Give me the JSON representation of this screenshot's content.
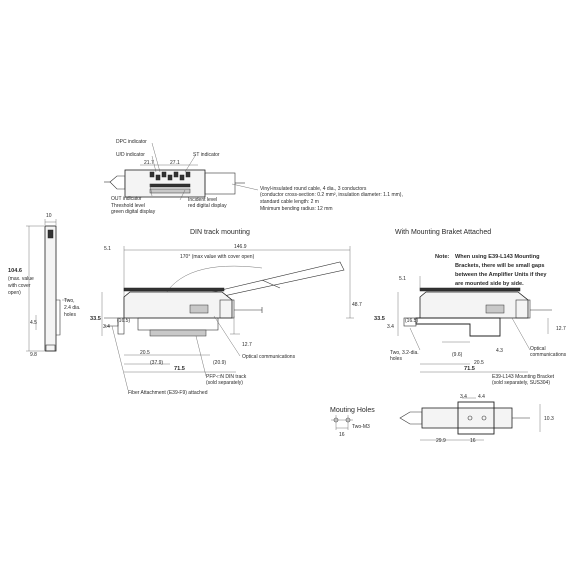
{
  "top_view": {
    "dpc_indicator": "DPC indicator",
    "ud_indicator": "U/D indicator",
    "st_indicator": "ST indicator",
    "dim_21_7": "21.7",
    "dim_27_1": "27.1",
    "out_indicator": "OUT indicator",
    "threshold_l1": "Threshold level",
    "threshold_l2": "green digital display",
    "incident_l1": "Incident level",
    "incident_l2": "red digital display",
    "cable_l1": "Vinyl-insulated round cable, 4 dia., 3 conductors",
    "cable_l2": "(conductor cross-section: 0.2 mm², insulation diameter: 1.1 mm),",
    "cable_l3": "standard cable length: 2 m",
    "cable_l4": "Minimum bending radius: 12 mm"
  },
  "side_view": {
    "width": "10",
    "height": "104.6",
    "height_note_1": "(max. value",
    "height_note_2": "with cover",
    "height_note_3": "open)",
    "holes_1": "Two,",
    "holes_2": "2.4 dia.",
    "holes_3": "holes",
    "dim_4_5": "4.5",
    "dim_9_8": "9.8"
  },
  "din_view": {
    "title": "DIN track mounting",
    "dim_146_9": "146.9",
    "dim_5_1": "5.1",
    "angle": "170° (max value with cover open)",
    "dim_33_5": "33.5",
    "dim_3_4": "3.4",
    "dim_16_5": "(16.5)",
    "dim_20_5": "20.5",
    "dim_37_9": "(37.9)",
    "dim_20_9": "(20.9)",
    "dim_71_5": "71.5",
    "dim_48_7": "48.7",
    "dim_12_7": "12.7",
    "optical_comm": "Optical communications",
    "pfp_1": "PFP-□N DIN track",
    "pfp_2": "(sold separately)",
    "fiber_att": "Fiber Attachment (E39-F9) attached"
  },
  "bracket_view": {
    "title": "With Mounting Braket Attached",
    "note_label": "Note:",
    "note_1": "When using E39-L143 Mounting",
    "note_2": "Brackets, there will be small gaps",
    "note_3": "between the Amplifier Units if they",
    "note_4": "are mounted side by side.",
    "dim_5_1": "5.1",
    "dim_33_5": "33.5",
    "dim_3_4": "3.4",
    "dim_16_5": "(16.5)",
    "dim_12_7": "12.7",
    "holes_1": "Two, 3.2-dia.",
    "holes_2": "holes",
    "dim_9_6": "(9.6)",
    "dim_4_3": "4.3",
    "dim_20_5": "20.5",
    "optical_1": "Optical",
    "optical_2": "communications",
    "dim_71_5": "71.5",
    "bracket_1": "E39-L143 Mounting Bracket",
    "bracket_2": "(sold separately, SUS304)"
  },
  "holes_view": {
    "title": "Mouting Holes",
    "label": "Two-M3",
    "dim_16": "16"
  },
  "bottom_view": {
    "dim_3_4": "3.4",
    "dim_4_4": "4.4",
    "dim_10_3": "10.3",
    "dim_29_9": "29.9",
    "dim_16": "16"
  }
}
